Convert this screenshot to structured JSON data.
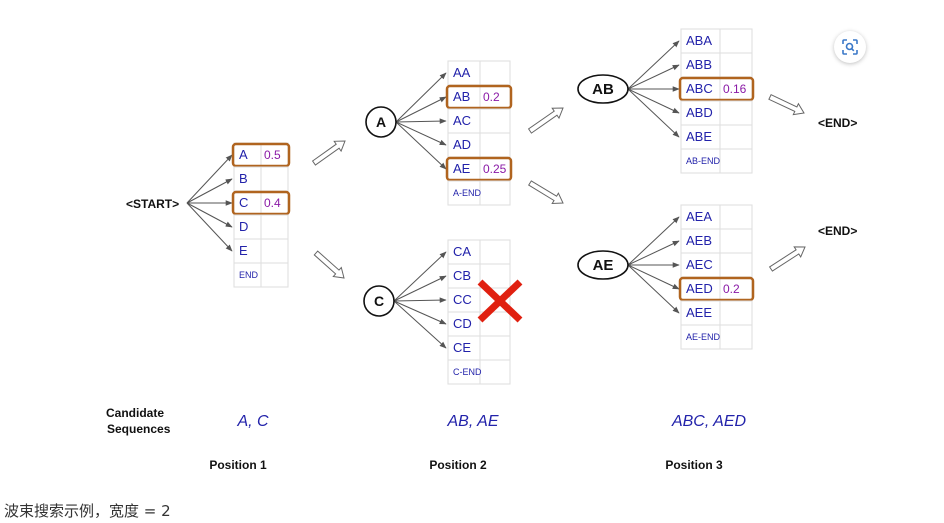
{
  "caption": "波束搜索示例，宽度 = 2",
  "start_label": "<START>",
  "end_labels": [
    "<END>",
    "<END>"
  ],
  "nodes": [
    {
      "id": "A",
      "label": "A"
    },
    {
      "id": "C",
      "label": "C"
    },
    {
      "id": "AB",
      "label": "AB"
    },
    {
      "id": "AE",
      "label": "AE"
    }
  ],
  "columns": [
    {
      "id": "start",
      "rows": [
        {
          "label": "A",
          "score": "0.5",
          "selected": true
        },
        {
          "label": "B",
          "score": "",
          "selected": false
        },
        {
          "label": "C",
          "score": "0.4",
          "selected": true
        },
        {
          "label": "D",
          "score": "",
          "selected": false
        },
        {
          "label": "E",
          "score": "",
          "selected": false
        },
        {
          "label": "END",
          "score": "",
          "selected": false
        }
      ]
    },
    {
      "id": "A",
      "rows": [
        {
          "label": "AA",
          "score": "",
          "selected": false
        },
        {
          "label": "AB",
          "score": "0.2",
          "selected": true
        },
        {
          "label": "AC",
          "score": "",
          "selected": false
        },
        {
          "label": "AD",
          "score": "",
          "selected": false
        },
        {
          "label": "AE",
          "score": "0.25",
          "selected": true
        },
        {
          "label": "A-END",
          "score": "",
          "selected": false
        }
      ]
    },
    {
      "id": "C",
      "rows": [
        {
          "label": "CA",
          "score": "",
          "selected": false
        },
        {
          "label": "CB",
          "score": "",
          "selected": false
        },
        {
          "label": "CC",
          "score": "",
          "selected": false
        },
        {
          "label": "CD",
          "score": "",
          "selected": false
        },
        {
          "label": "CE",
          "score": "",
          "selected": false
        },
        {
          "label": "C-END",
          "score": "",
          "selected": false
        }
      ]
    },
    {
      "id": "AB",
      "rows": [
        {
          "label": "ABA",
          "score": "",
          "selected": false
        },
        {
          "label": "ABB",
          "score": "",
          "selected": false
        },
        {
          "label": "ABC",
          "score": "0.16",
          "selected": true
        },
        {
          "label": "ABD",
          "score": "",
          "selected": false
        },
        {
          "label": "ABE",
          "score": "",
          "selected": false
        },
        {
          "label": "AB-END",
          "score": "",
          "selected": false
        }
      ]
    },
    {
      "id": "AE",
      "rows": [
        {
          "label": "AEA",
          "score": "",
          "selected": false
        },
        {
          "label": "AEB",
          "score": "",
          "selected": false
        },
        {
          "label": "AEC",
          "score": "",
          "selected": false
        },
        {
          "label": "AED",
          "score": "0.2",
          "selected": true
        },
        {
          "label": "AEE",
          "score": "",
          "selected": false
        },
        {
          "label": "AE-END",
          "score": "",
          "selected": false
        }
      ]
    }
  ],
  "candidate_label": [
    "Candidate",
    "Sequences"
  ],
  "positions": [
    {
      "label": "Position 1",
      "candidates": "A, C"
    },
    {
      "label": "Position 2",
      "candidates": "AB, AE"
    },
    {
      "label": "Position 3",
      "candidates": "ABC, AED"
    }
  ],
  "colors": {
    "token_text": "#2222aa",
    "score_text": "#8a1aa6",
    "highlight_border": "#b0641f",
    "grid_line": "#dddddd",
    "edge": "#555555",
    "pruned_mark": "#e02010"
  },
  "icons": {
    "zoom": "zoom-scan-icon",
    "pruned": "cross-icon"
  }
}
